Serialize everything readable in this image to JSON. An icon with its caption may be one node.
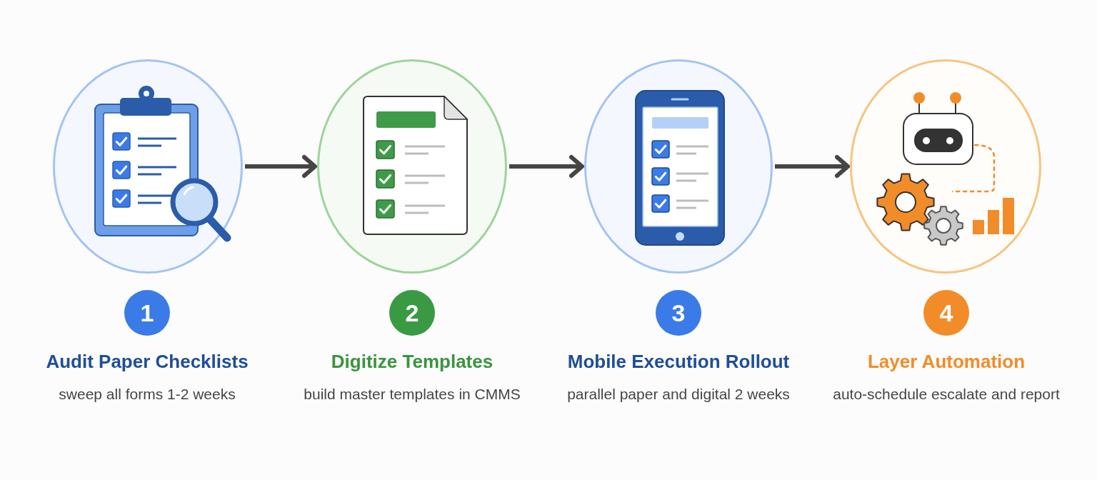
{
  "diagram": {
    "nodes": [
      {
        "text": [],
        "shape": "picture"
      },
      {
        "text": [],
        "shape": "picture"
      },
      {
        "text": [],
        "shape": "picture"
      },
      {
        "text": [],
        "shape": "picture"
      },
      {
        "text": [
          "1"
        ],
        "beside": [
          "Audit Paper Checklists",
          "sweep all forms 1-2 weeks"
        ]
      },
      {
        "text": [
          "2"
        ],
        "beside": [
          "Digitize Templates",
          "build master templates in CMMS"
        ]
      },
      {
        "text": [
          "3"
        ],
        "beside": [
          "Mobile Execution Rollout",
          "parallel paper and digital 2 weeks"
        ]
      },
      {
        "text": [
          "4"
        ],
        "beside": [
          "Layer Automation",
          "auto-schedule escalate and report"
        ]
      }
    ],
    "edges": [
      {
        "from": 0,
        "to": 1,
        "arrow": "to"
      },
      {
        "from": 1,
        "to": 2,
        "arrow": "to"
      },
      {
        "from": 2,
        "to": 3,
        "arrow": "to"
      }
    ]
  }
}
